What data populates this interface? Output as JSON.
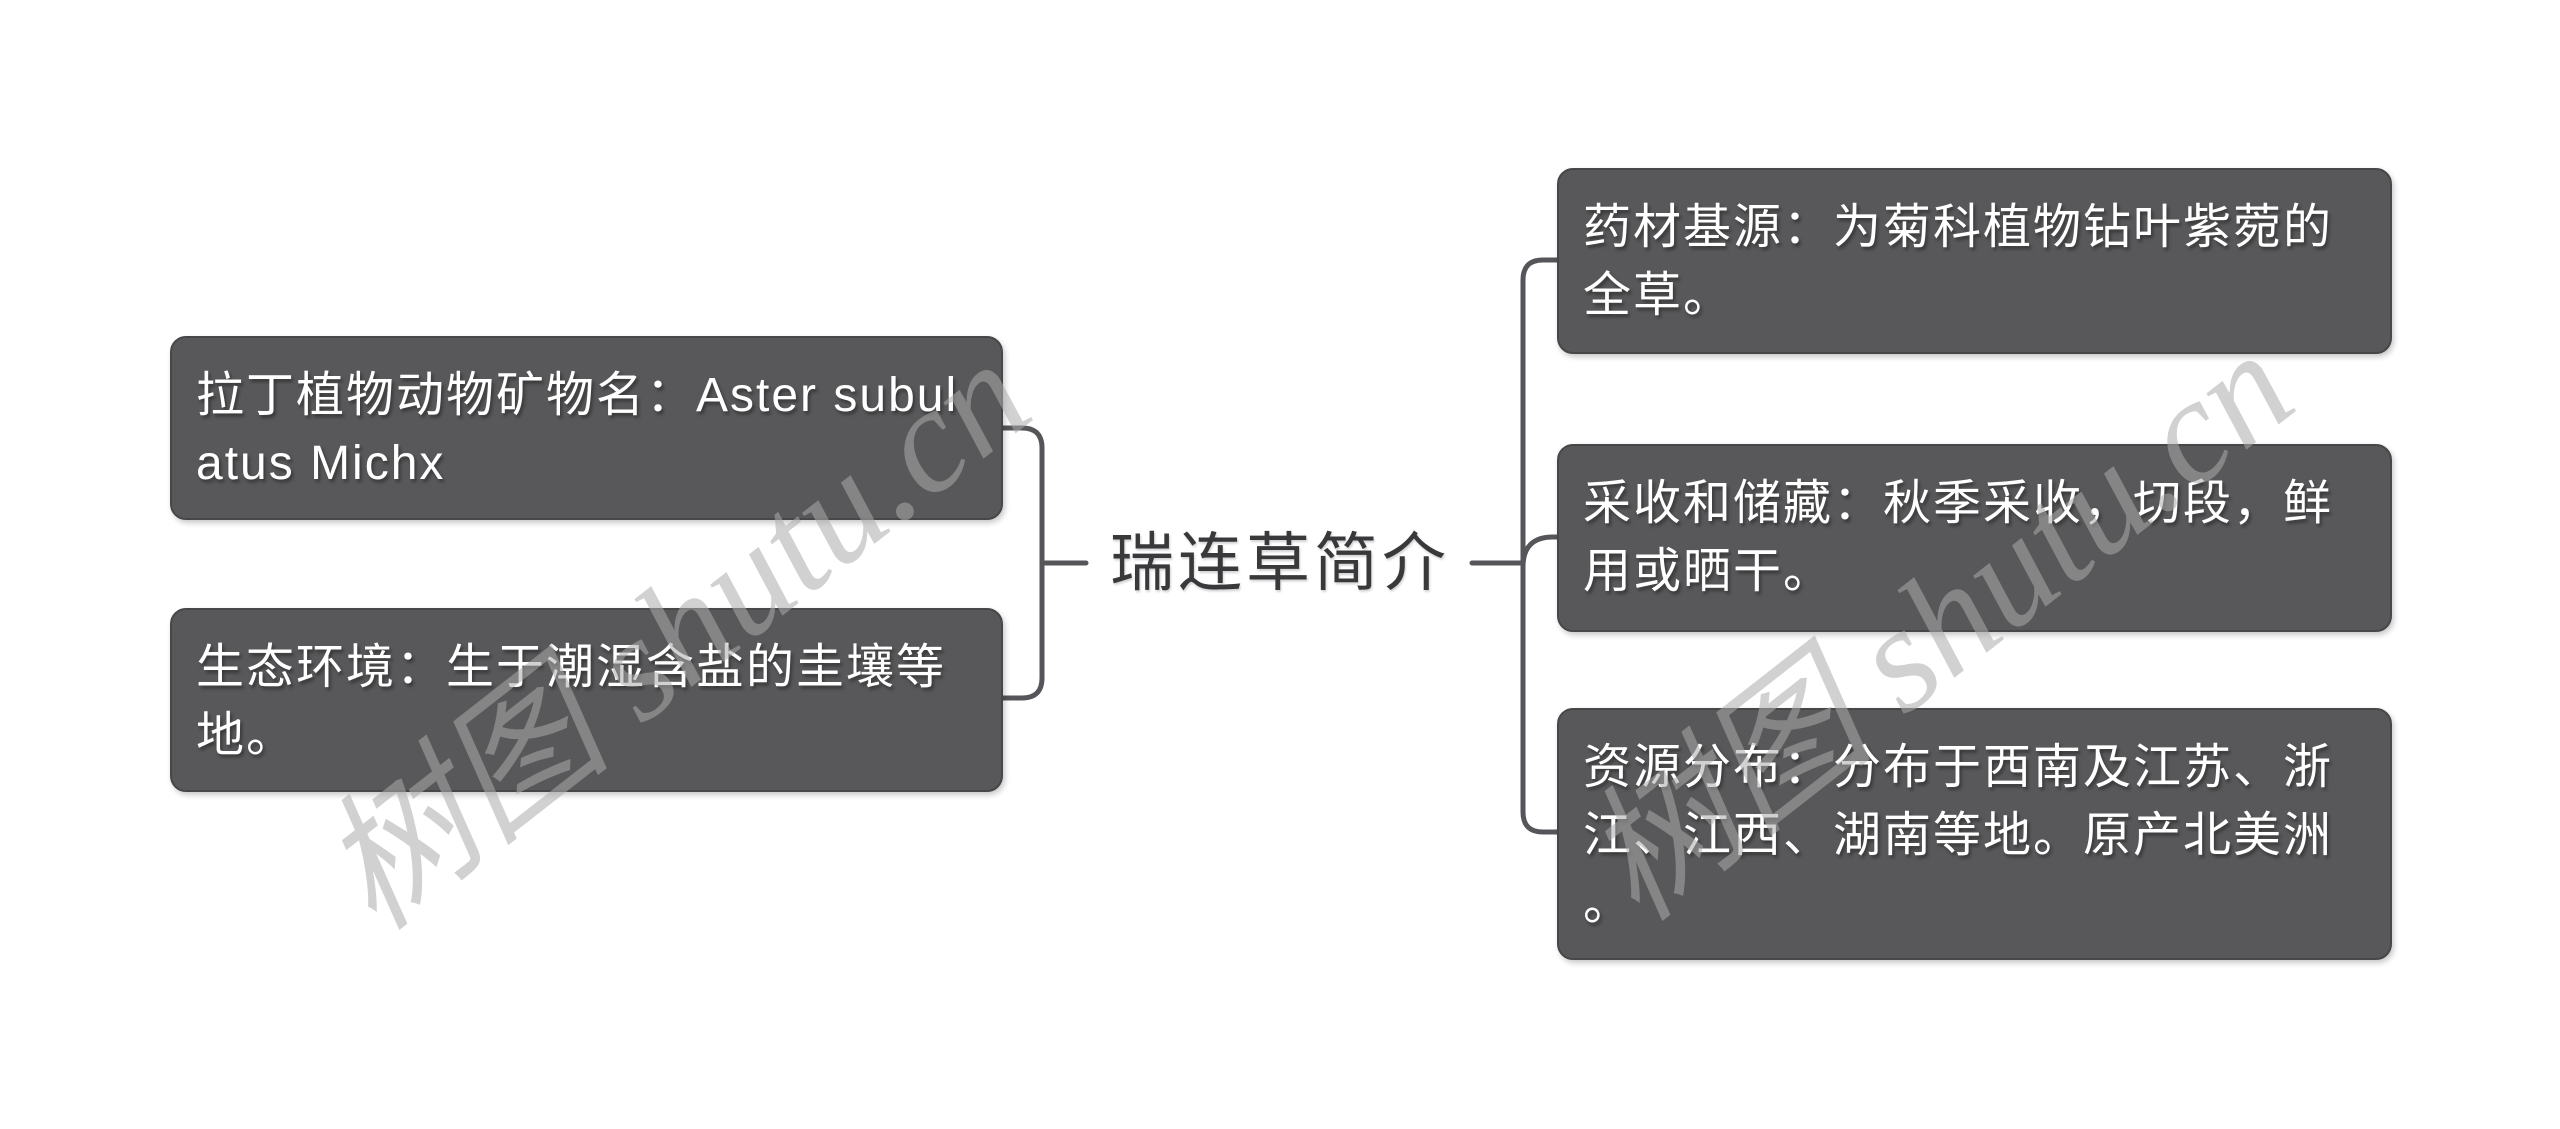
{
  "mindmap": {
    "root": {
      "label": "瑞连草简介"
    },
    "left_branch": [
      {
        "id": "latin-name",
        "label": "拉丁植物动物矿物名：Aster subulatus Michx"
      },
      {
        "id": "ecology",
        "label": "生态环境：生于潮湿含盐的圭壤等地。"
      }
    ],
    "right_branch": [
      {
        "id": "material-source",
        "label": "药材基源：为菊科植物钻叶紫菀的全草。"
      },
      {
        "id": "harvest-storage",
        "label": "采收和储藏：秋季采收，切段，鲜用或晒干。"
      },
      {
        "id": "distribution",
        "label": "资源分布：分布于西南及江苏、浙江、江西、湖南等地。原产北美洲。"
      }
    ],
    "watermarks": [
      {
        "text": "树图 shutu.cn"
      },
      {
        "text": "树图 shutu.cn"
      }
    ],
    "colors": {
      "background": "#ffffff",
      "node_fill": "#58585a",
      "node_border": "#47474a",
      "node_text": "#ffffff",
      "connector": "#56565a",
      "root_text": "#39393b",
      "watermark": "#acacac"
    }
  }
}
